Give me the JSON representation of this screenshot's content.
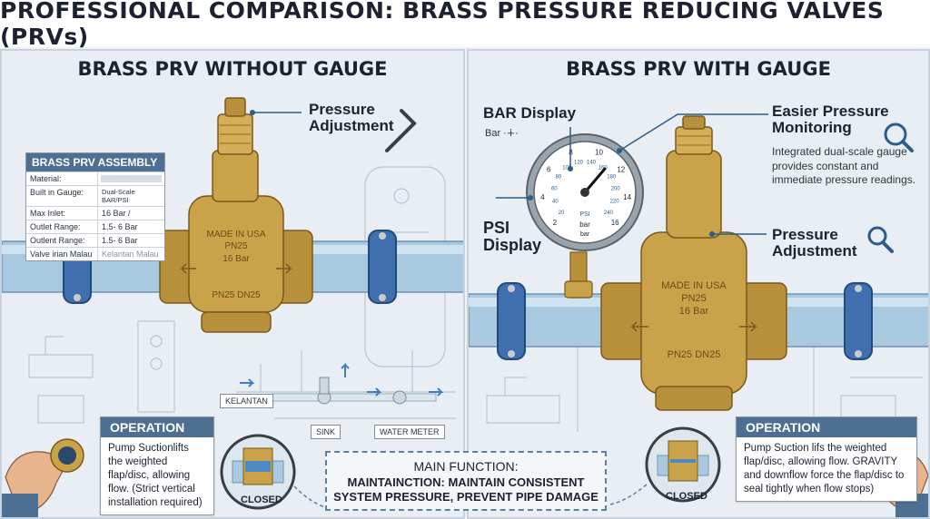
{
  "title": "PROFESSIONAL COMPARISON: BRASS PRESSURE REDUCING VALVES (PRVs)",
  "left": {
    "heading": "BRASS PRV WITHOUT GAUGE",
    "spec": {
      "header": "BRASS PRV ASSEMBLY",
      "rows": [
        {
          "label": "Material:",
          "value": ""
        },
        {
          "label": "Built in Gauge:",
          "value": "Dual-Scale BAR/PSI"
        },
        {
          "label": "Max Inlet:",
          "value": "16 Bar /"
        },
        {
          "label": "Outlet Range:",
          "value": "1.5- 6 Bar"
        },
        {
          "label": "Outlent Range:",
          "value": "1.5- 6 Bar"
        },
        {
          "label": "Valve irian Malau",
          "value": "Kelantan Malau"
        }
      ]
    },
    "pressure_adjustment": "Pressure Adjustment",
    "valve_text": {
      "l1": "MADE IN USA",
      "l2": "PN25",
      "l3": "16 Bar",
      "l4": "PN25 DN25"
    },
    "tags": {
      "kelantan": "KELANTAN",
      "sink": "SINK",
      "meter": "WATER METER"
    },
    "operation": {
      "header": "OPERATION",
      "text": "Pump Suctionlifts the weighted flap/disc, allowing flow. (Strict vertical installation required)"
    },
    "closed": "CLOSED"
  },
  "right": {
    "heading": "BRASS PRV WITH GAUGE",
    "bar_display": "BAR Display",
    "bar_sub": "Bar ·∔·",
    "psi_display": "PSI Display",
    "gauge": {
      "outer": [
        "2",
        "4",
        "6",
        "8",
        "10",
        "12",
        "14",
        "16"
      ],
      "inner": [
        "20",
        "40",
        "60",
        "80",
        "100",
        "120",
        "140",
        "160",
        "180",
        "200",
        "220",
        "240"
      ],
      "psi": "PSI",
      "bar": "bar",
      "bar2": "bar"
    },
    "easier_title": "Easier Pressure Monitoring",
    "easier_text": "Integrated dual-scale gauge provides constant and immediate pressure readings.",
    "pressure_adjustment": "Pressure Adjustment",
    "valve_text": {
      "l1": "MADE IN USA",
      "l2": "PN25",
      "l3": "16 Bar",
      "l4": "PN25 DN25"
    },
    "operation": {
      "header": "OPERATION",
      "text": "Pump Suction lifs the weighted flap/disc, allowing flow. GRAVITY and downflow force the flap/disc to seal tightly when flow stops)"
    },
    "closed": "CLOSED"
  },
  "main_function": {
    "header": "MAIN FUNCTION:",
    "body": "MAINTAINCTION: MAINTAIN CONSISTENT SYSTEM PRESSURE, PREVENT PIPE DAMAGE"
  },
  "colors": {
    "brass": "#c9a24a",
    "brass_dark": "#8c6a22",
    "pipe": "#a9c9e0",
    "clamp": "#3f6fae",
    "accent": "#4d6f92"
  }
}
